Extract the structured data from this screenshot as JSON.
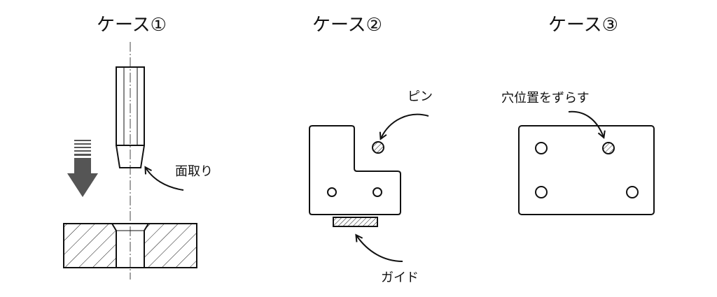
{
  "cases": [
    {
      "title": "ケース①",
      "labels": {
        "chamfer": "面取り"
      }
    },
    {
      "title": "ケース②",
      "labels": {
        "pin": "ピン",
        "guide": "ガイド"
      }
    },
    {
      "title": "ケース③",
      "labels": {
        "offset_hole": "穴位置をずらす"
      }
    }
  ],
  "colors": {
    "line": "#111111",
    "arrow_fill": "#555555",
    "hatch": "#111111"
  },
  "icons": {
    "press_arrow": "down-arrow-icon"
  }
}
